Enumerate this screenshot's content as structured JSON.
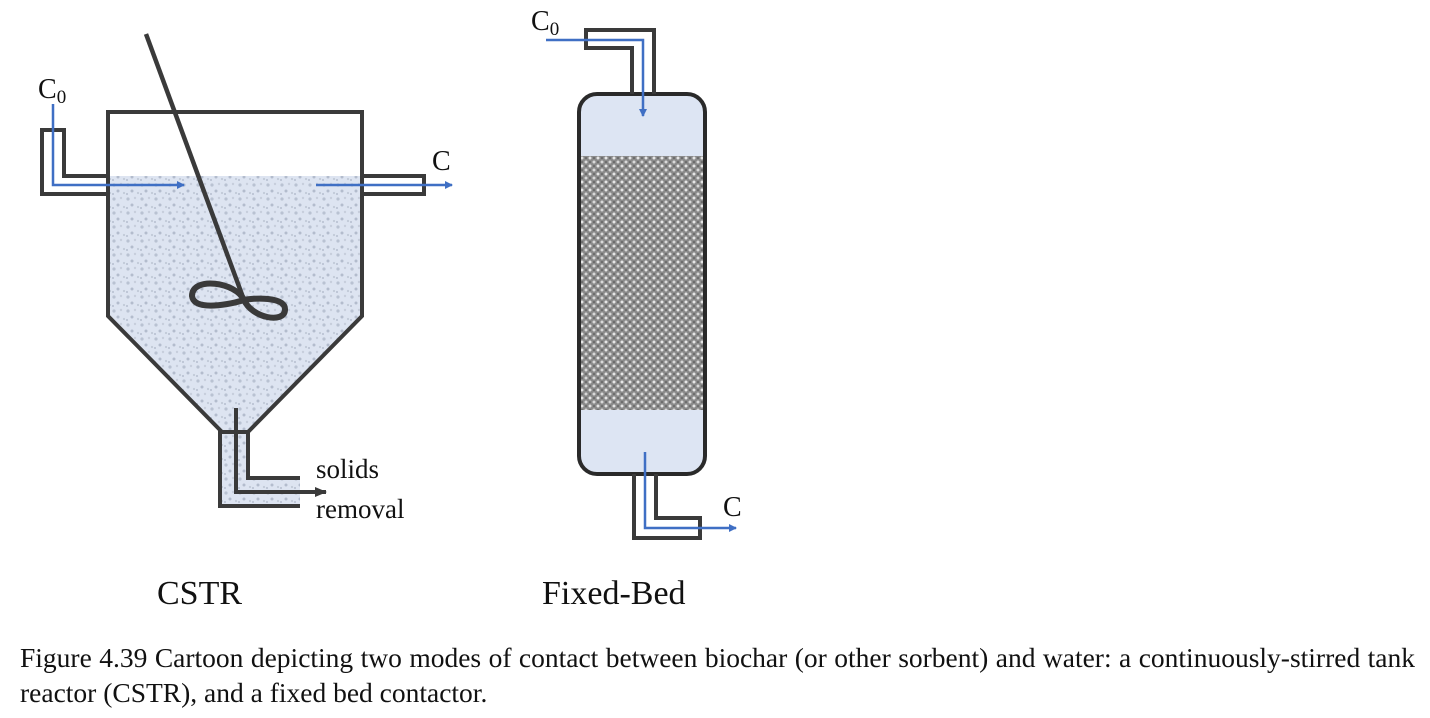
{
  "cstr": {
    "inlet_label": "C",
    "inlet_subscript": "0",
    "outlet_label": "C",
    "solids_line1": "solids",
    "solids_line2": "removal",
    "title": "CSTR"
  },
  "fixed_bed": {
    "inlet_label": "C",
    "inlet_subscript": "0",
    "outlet_label": "C",
    "title": "Fixed-Bed"
  },
  "caption": "Figure 4.39 Cartoon depicting two modes of contact between biochar (or other sorbent) and water: a continuously-stirred tank reactor (CSTR), and a fixed bed contactor.",
  "colors": {
    "outline": "#3a3a3a",
    "flow_arrow": "#3f6fc4",
    "liquid": "#dde5f3",
    "packing": "#7a7a7a"
  }
}
